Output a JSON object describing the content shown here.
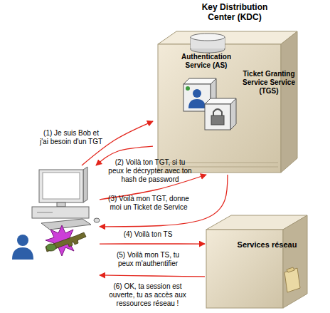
{
  "diagram": {
    "nodes": [
      {
        "text": [
          "Key Distribution Center (KDC)"
        ]
      },
      {
        "text": [
          "Authentication Service (AS)"
        ],
        "in": 0
      },
      {
        "text": [
          "Ticket Granting Service Service (TGS)"
        ],
        "in": 0
      },
      {
        "text": []
      },
      {
        "text": [
          "Services réseau"
        ]
      }
    ],
    "edges": [
      {
        "from": 3,
        "to": 0,
        "arrow": "to",
        "label": "(1) Je suis Bob et j'ai besoin d'un TGT"
      },
      {
        "from": 0,
        "to": 3,
        "arrow": "to",
        "label": "(2) Voilà ton TGT, si tu peux le décrypter avec ton hash de password"
      },
      {
        "from": 3,
        "to": 0,
        "arrow": "to",
        "label": "(3) Voilà mon TGT, donne moi un Ticket de Service"
      },
      {
        "from": 0,
        "to": 3,
        "arrow": "to",
        "label": "(4) Voilà ton TS"
      },
      {
        "from": 3,
        "to": 4,
        "arrow": "to",
        "label": "(5) Voilà mon TS, tu peux m'authentifier"
      },
      {
        "from": 4,
        "to": 3,
        "arrow": "to",
        "label": "(6) OK, ta session est ouverte, tu as accès aux ressources réseau !"
      }
    ]
  }
}
